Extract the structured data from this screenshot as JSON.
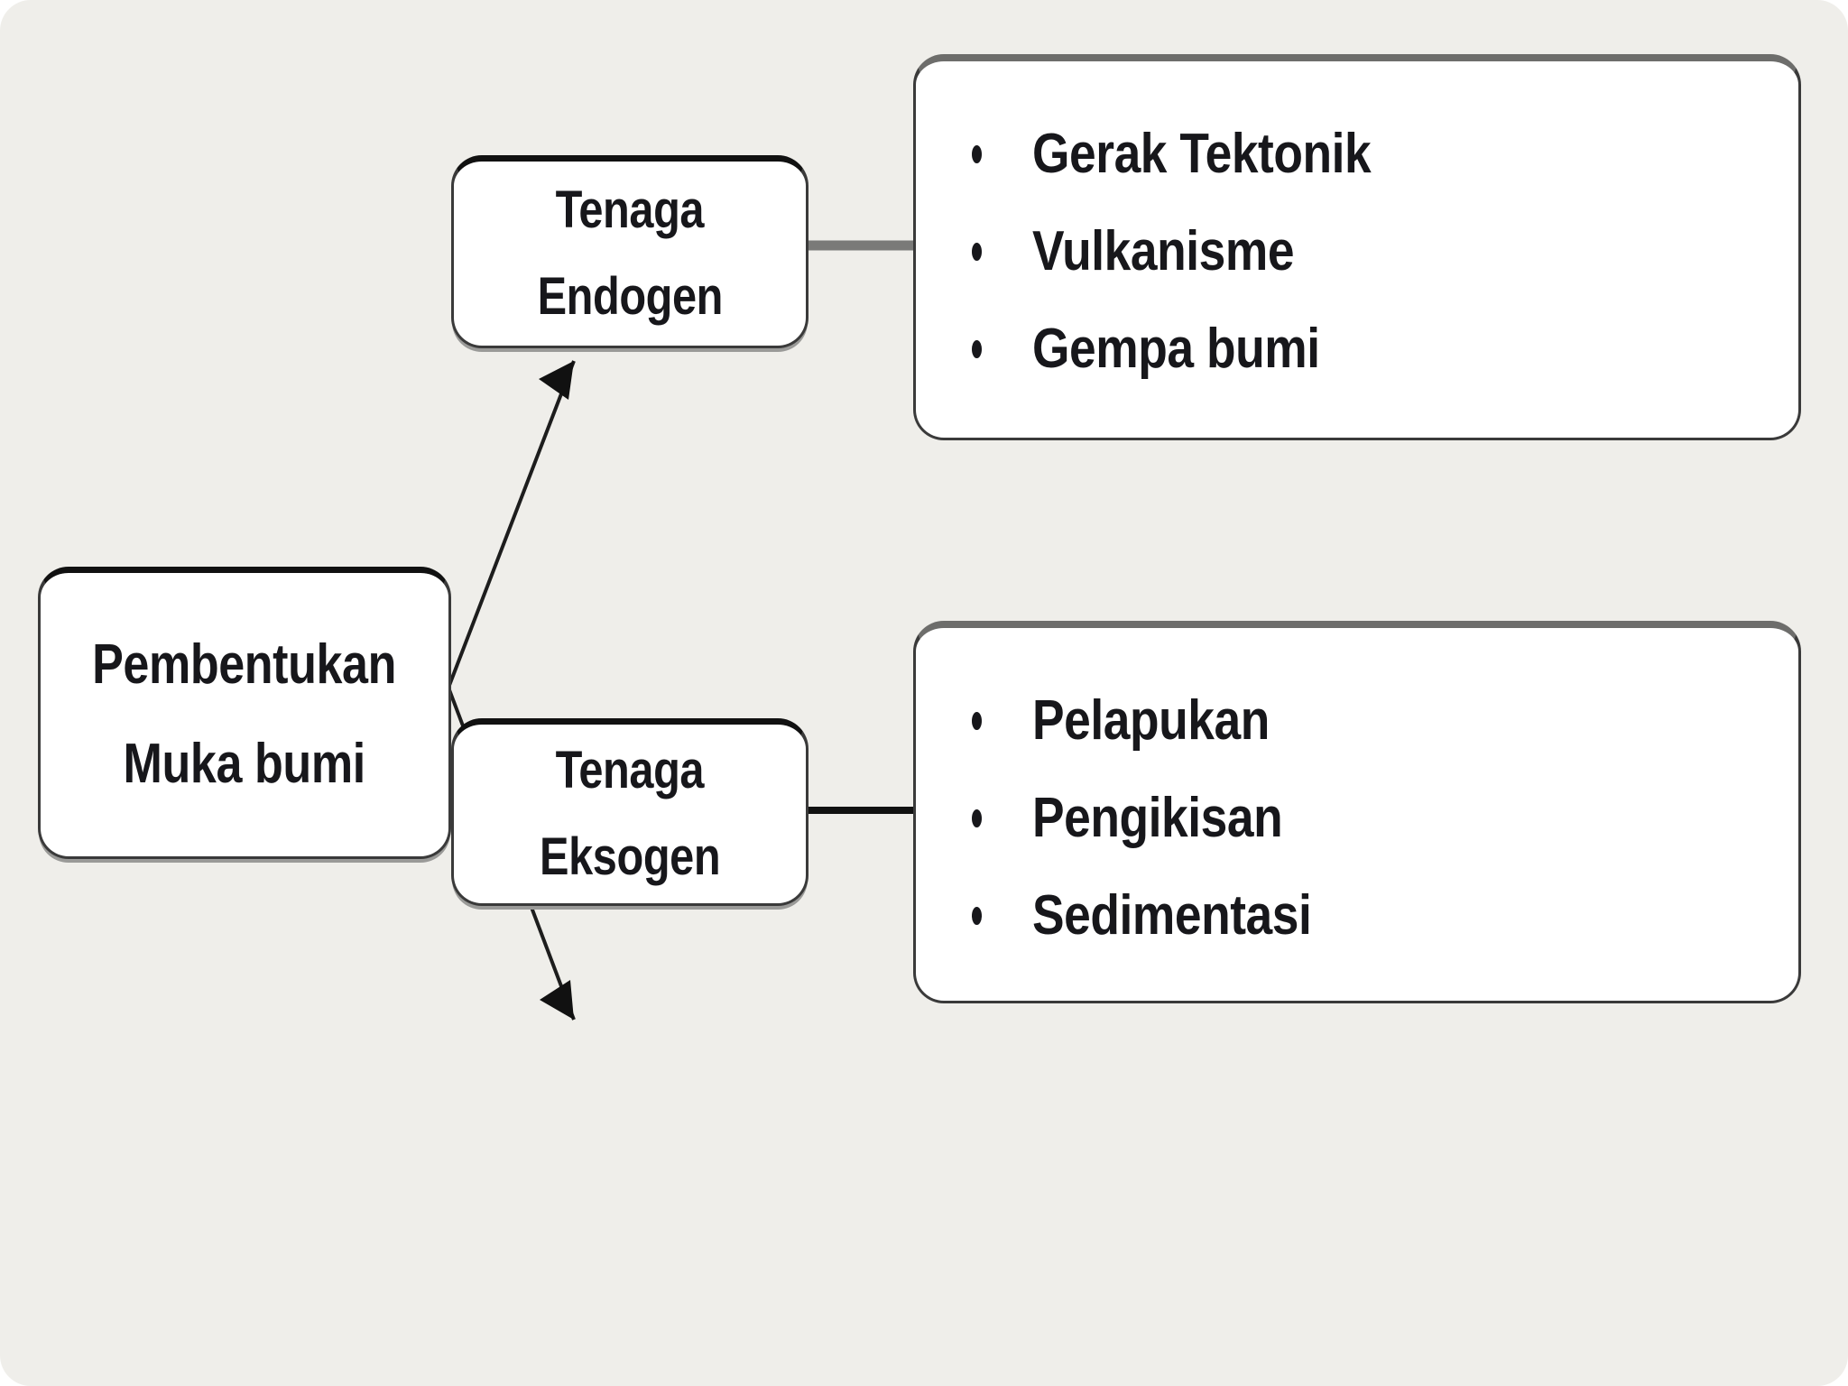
{
  "diagram": {
    "title_text": "Pembentukan Muka bumi",
    "background_color": "#efeeea",
    "text_color": "#17171b",
    "box_border_color": "#3a3a3a",
    "root": {
      "line1": "Pembentukan",
      "line2": "Muka bumi"
    },
    "branches": [
      {
        "id": "endogen",
        "line1": "Tenaga",
        "line2": "Endogen",
        "connector_color": "#7a7a78",
        "items": [
          "Gerak Tektonik",
          "Vulkanisme",
          "Gempa bumi"
        ]
      },
      {
        "id": "eksogen",
        "line1": "Tenaga",
        "line2": "Eksogen",
        "connector_color": "#111111",
        "items": [
          "Pelapukan",
          "Pengikisan",
          "Sedimentasi"
        ]
      }
    ]
  }
}
